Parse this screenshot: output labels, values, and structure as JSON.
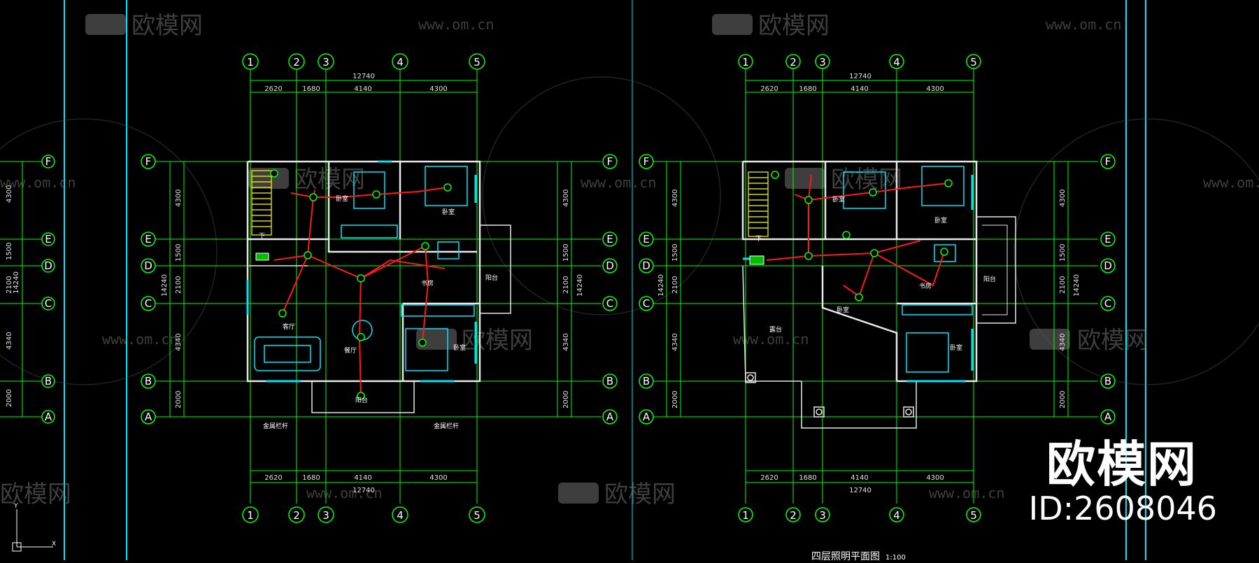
{
  "watermark": {
    "brand": "欧模网",
    "url": "www.om.cn"
  },
  "corner_brand": {
    "text": "欧模网",
    "id_text": "ID:2608046"
  },
  "drawing_title": {
    "text": "四层照明平面图",
    "scale": "1:100"
  },
  "grid": {
    "columns": [
      "1",
      "2",
      "3",
      "4",
      "5"
    ],
    "rows": [
      "F",
      "E",
      "D",
      "C",
      "B",
      "A"
    ],
    "column_dims": [
      "2620",
      "1680",
      "4140",
      "4300"
    ],
    "total_width": "12740",
    "row_dims": [
      "4300",
      "1500",
      "2100",
      "4340",
      "2000"
    ],
    "total_height": "14240"
  },
  "left_plan": {
    "rooms": {
      "stair_down": "下",
      "living": "客厅",
      "dining": "餐厅",
      "study": "书房",
      "bedroom1": "卧室",
      "bedroom2": "卧室",
      "bedroom3": "卧室",
      "balcony": "阳台",
      "terrace": "阳台"
    },
    "notes": [
      "金属栏杆",
      "金属栏杆"
    ]
  },
  "right_plan": {
    "rooms": {
      "stair_down": "下",
      "terrace": "露台",
      "bedroom1": "卧室",
      "bedroom2": "卧室",
      "bedroom3": "卧室",
      "study": "书房",
      "balcony": "阳台",
      "master": "卧室"
    }
  },
  "axis_marker": {
    "y": "Y",
    "x": "X"
  },
  "colors": {
    "grid": "#00ff00",
    "walls": "#e8e8e8",
    "wiring": "#ff1a1a",
    "frame": "#00e5ff",
    "stair": "#ffff00"
  }
}
